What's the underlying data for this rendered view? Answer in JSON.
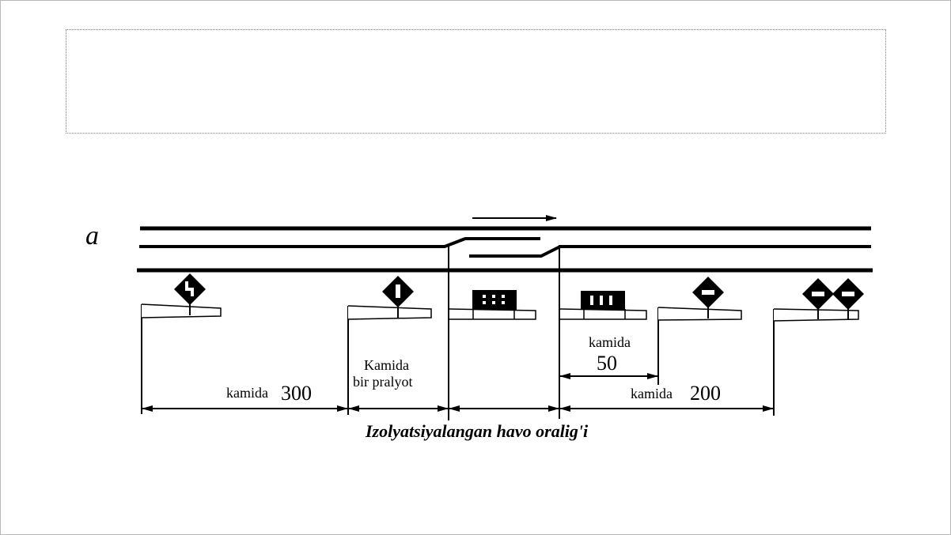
{
  "slide": {
    "title_placeholder": ""
  },
  "diagram": {
    "panel_label": "a",
    "labels": {
      "min_300": "kamida",
      "value_300": "300",
      "kamida_bir_line1": "Kamida",
      "kamida_bir_line2": "bir pralyot",
      "min_50": "kamida",
      "value_50": "50",
      "min_200": "kamida",
      "value_200": "200",
      "caption": "Izolyatsiyalangan havo oralig'i"
    },
    "sign_types": [
      "diamond-lowered-pantograph",
      "diamond-raise-pantograph",
      "rect-dots",
      "rect-bars",
      "diamond-minus",
      "diamond-minus-double"
    ]
  }
}
